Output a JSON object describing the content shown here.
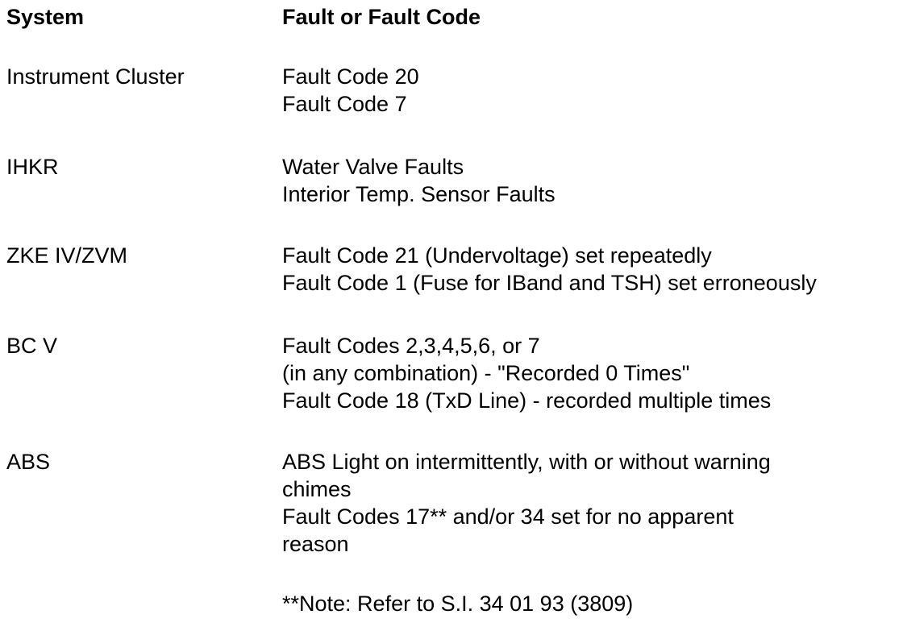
{
  "header": {
    "system": "System",
    "fault": "Fault or Fault Code"
  },
  "rows": [
    {
      "system": "Instrument Cluster",
      "faults": [
        "Fault Code 20",
        "Fault Code 7"
      ]
    },
    {
      "system": "IHKR",
      "faults": [
        "Water Valve Faults",
        "Interior Temp. Sensor Faults"
      ]
    },
    {
      "system": "ZKE IV/ZVM",
      "faults": [
        "Fault Code 21 (Undervoltage) set repeatedly",
        "Fault Code 1 (Fuse for IBand and TSH) set erroneously"
      ]
    },
    {
      "system": "BC V",
      "faults": [
        "Fault Codes 2,3,4,5,6, or 7",
        "(in any combination) - \"Recorded 0 Times\"",
        "Fault Code 18 (TxD Line) - recorded multiple times"
      ]
    },
    {
      "system": "ABS",
      "faults": [
        "ABS Light on intermittently, with or without warning",
        "chimes",
        "Fault Codes 17** and/or 34 set for no apparent",
        "reason"
      ]
    }
  ],
  "note": "**Note: Refer to S.I. 34 01 93 (3809)"
}
